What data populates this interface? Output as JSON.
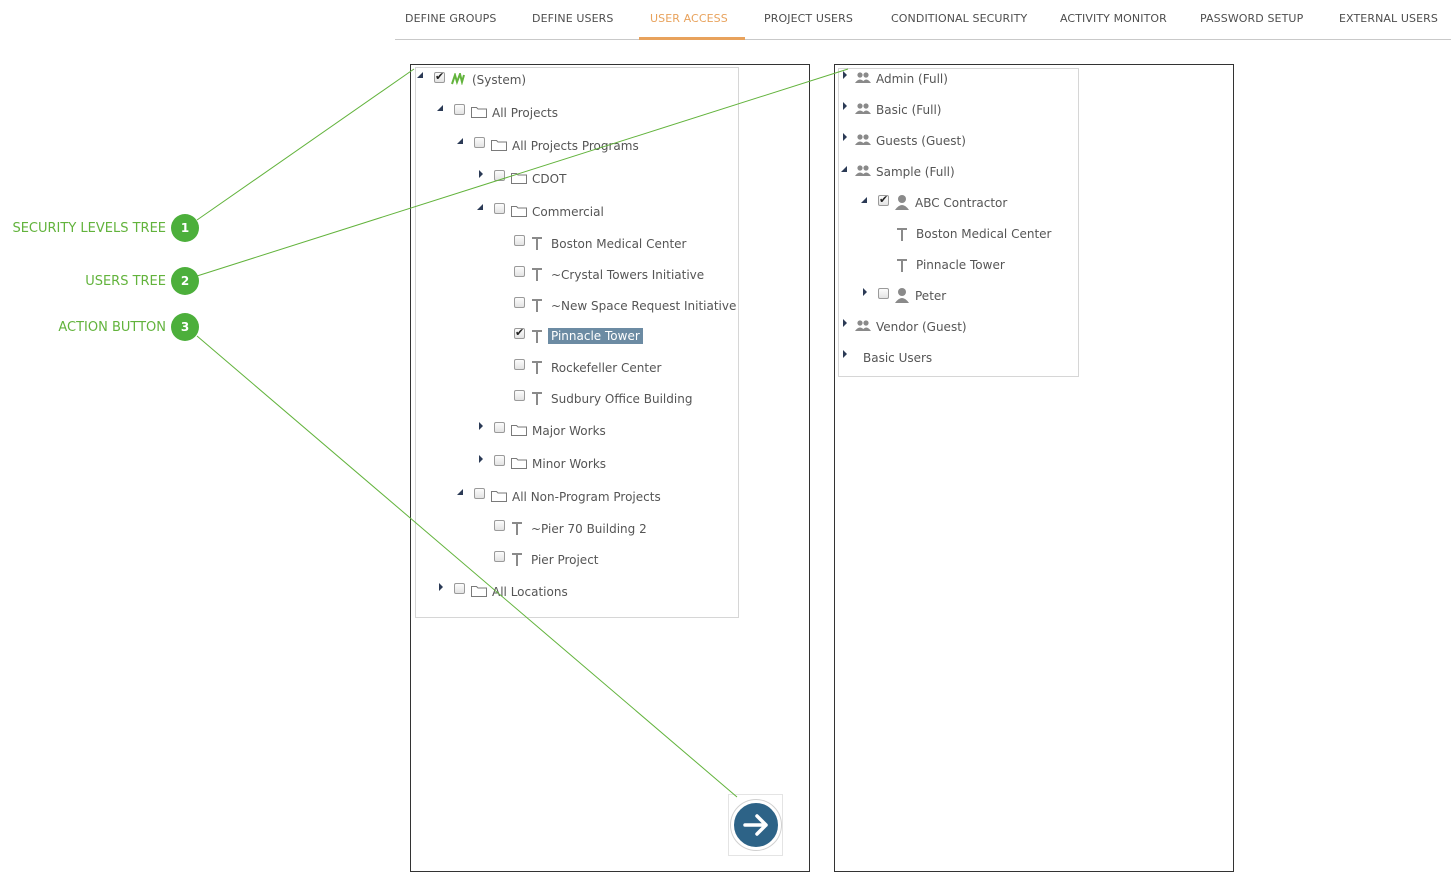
{
  "tabs": [
    {
      "label": "DEFINE GROUPS",
      "active": false
    },
    {
      "label": "DEFINE USERS",
      "active": false
    },
    {
      "label": "USER ACCESS",
      "active": true
    },
    {
      "label": "PROJECT USERS",
      "active": false
    },
    {
      "label": "CONDITIONAL SECURITY",
      "active": false
    },
    {
      "label": "ACTIVITY MONITOR",
      "active": false
    },
    {
      "label": "PASSWORD SETUP",
      "active": false
    },
    {
      "label": "EXTERNAL USERS",
      "active": false
    }
  ],
  "security_tree": {
    "system": "(System)",
    "all_projects": "All Projects",
    "all_projects_programs": "All Projects Programs",
    "cdot": "CDOT",
    "commercial": "Commercial",
    "projects": [
      {
        "label": "Boston Medical Center",
        "checked": false
      },
      {
        "label": "~Crystal Towers Initiative",
        "checked": false
      },
      {
        "label": "~New Space Request Initiative",
        "checked": false
      },
      {
        "label": "Pinnacle Tower",
        "checked": true,
        "selected": true
      },
      {
        "label": "Rockefeller Center",
        "checked": false
      },
      {
        "label": "Sudbury Office Building",
        "checked": false
      }
    ],
    "major_works": "Major Works",
    "minor_works": "Minor Works",
    "all_non_program": "All Non-Program Projects",
    "non_program_projects": [
      {
        "label": "~Pier 70 Building 2"
      },
      {
        "label": "Pier Project"
      }
    ],
    "all_locations": "All Locations"
  },
  "users_tree": {
    "groups": [
      {
        "label": "Admin (Full)"
      },
      {
        "label": "Basic (Full)"
      },
      {
        "label": "Guests (Guest)"
      },
      {
        "label": "Sample (Full)"
      }
    ],
    "abc_contractor": "ABC Contractor",
    "abc_projects": [
      "Boston Medical Center",
      "Pinnacle Tower"
    ],
    "peter": "Peter",
    "vendor": "Vendor (Guest)",
    "basic_users": "Basic Users"
  },
  "callouts": [
    {
      "text": "SECURITY LEVELS TREE",
      "number": "1"
    },
    {
      "text": "USERS TREE",
      "number": "2"
    },
    {
      "text": "ACTION BUTTON",
      "number": "3"
    }
  ],
  "colors": {
    "accent": "#e8a25c",
    "callout": "#62b33c",
    "badge": "#4caf3b",
    "action_button": "#2d6387",
    "selected": "#6c8ba3"
  },
  "icons": {
    "system": "system-logo-icon",
    "folder": "folder-icon",
    "project": "hammer-icon",
    "group": "group-icon",
    "user": "user-icon",
    "action": "arrow-right-icon"
  }
}
